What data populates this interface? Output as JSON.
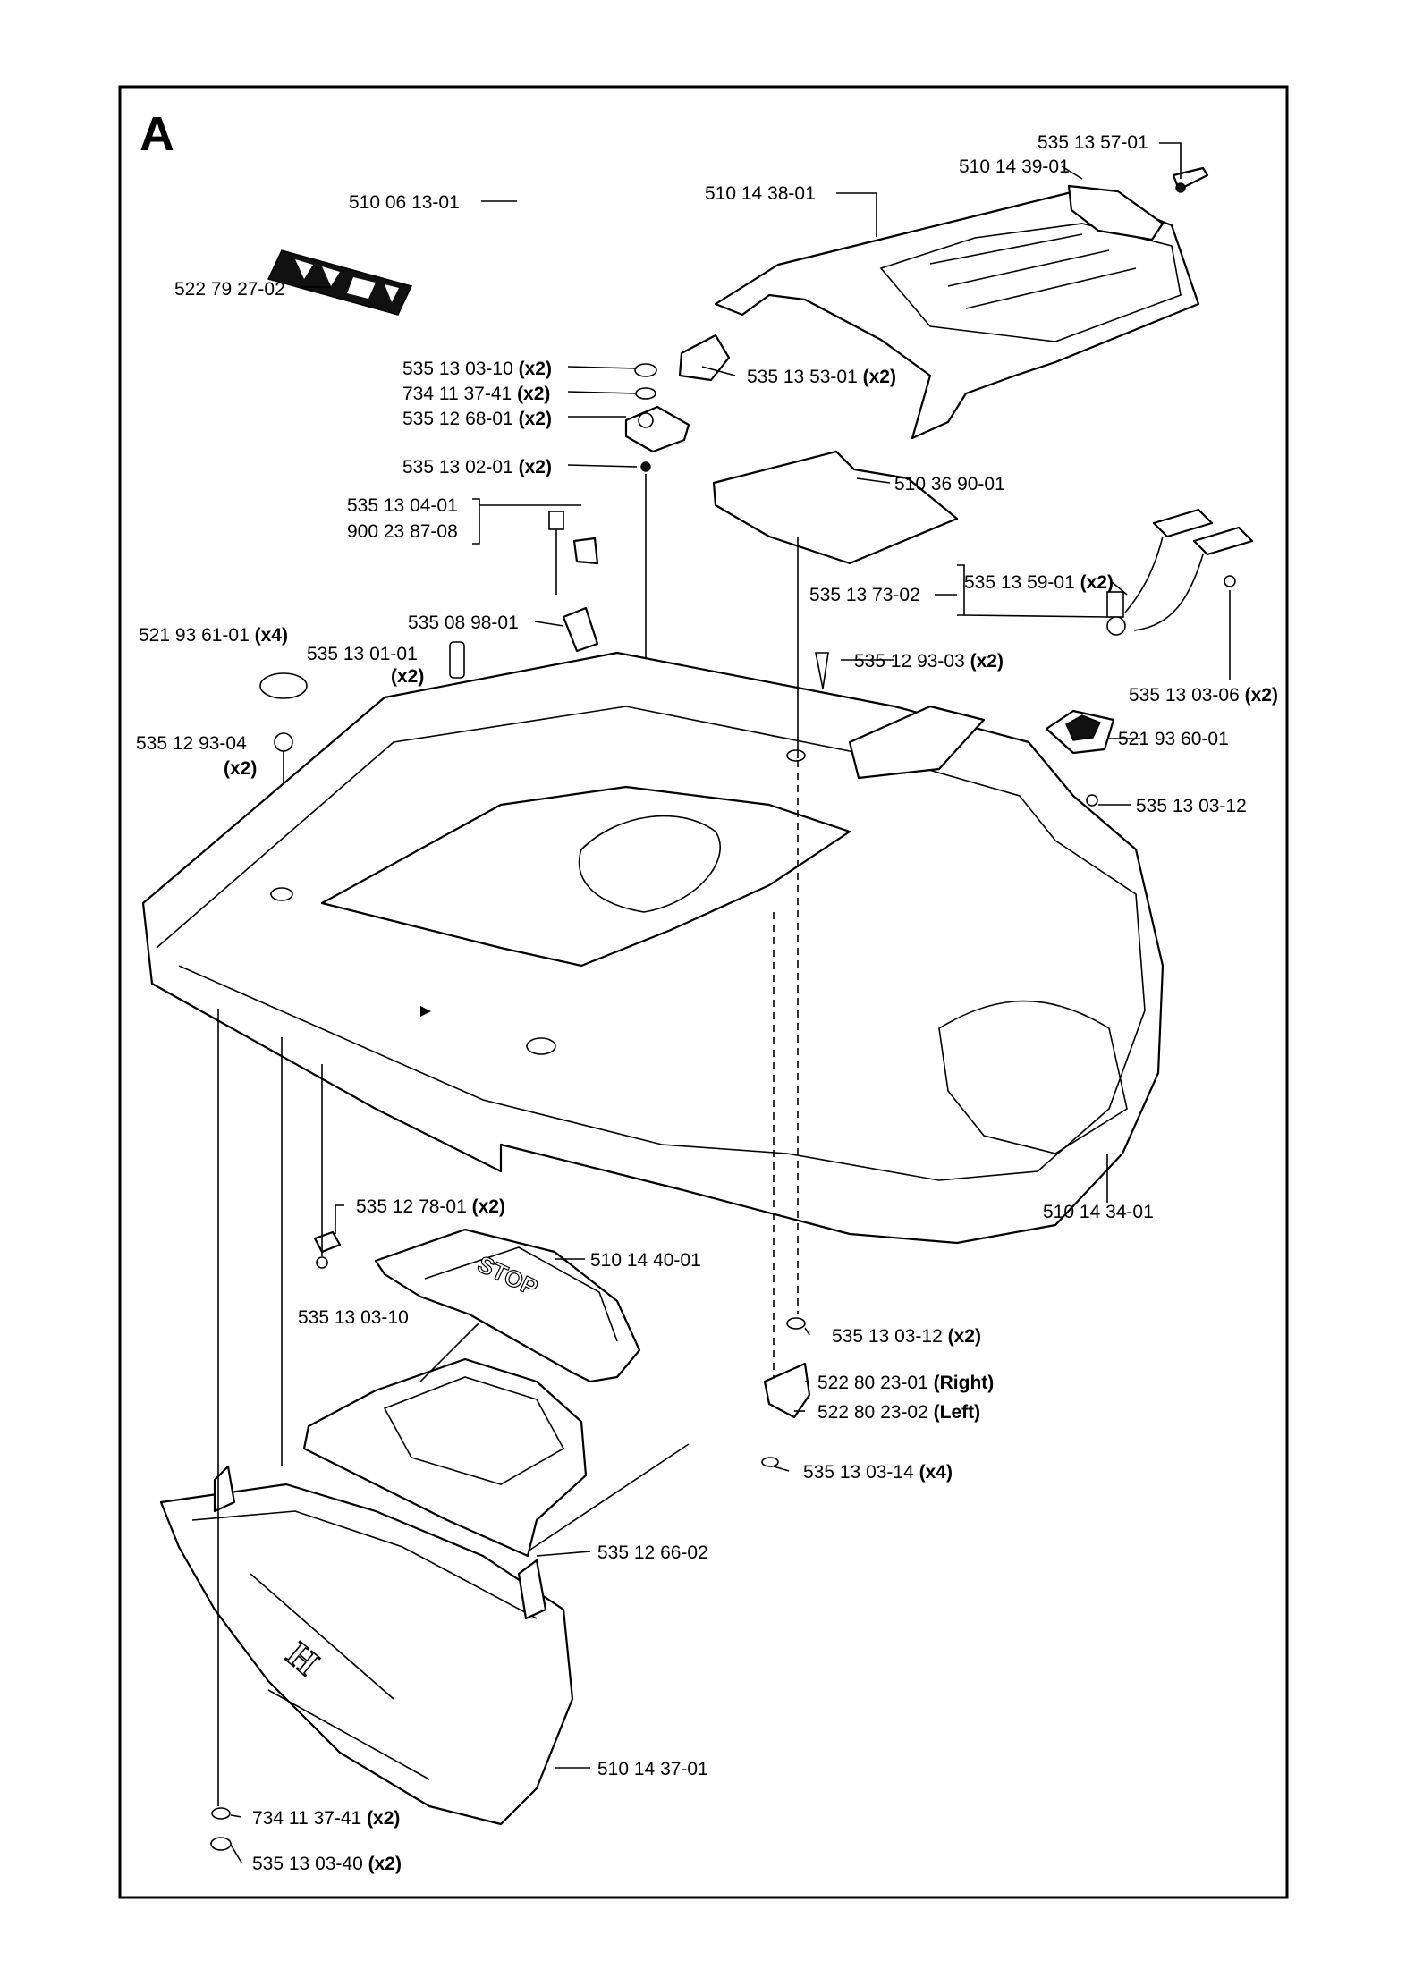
{
  "section_label": "A",
  "decal_texts": {
    "stop": "STOP",
    "brand_logo": "H"
  },
  "callouts": {
    "c_510_06_13_01": {
      "part": "510 06 13-01",
      "qty": ""
    },
    "c_522_79_27_02": {
      "part": "522 79 27-02",
      "qty": ""
    },
    "c_535_13_57_01": {
      "part": "535 13 57-01",
      "qty": ""
    },
    "c_510_14_39_01": {
      "part": "510 14 39-01",
      "qty": ""
    },
    "c_510_14_38_01": {
      "part": "510 14 38-01",
      "qty": ""
    },
    "c_535_13_03_10_x2": {
      "part": "535 13 03-10",
      "qty": "(x2)"
    },
    "c_734_11_37_41_x2_top": {
      "part": "734 11 37-41",
      "qty": "(x2)"
    },
    "c_535_12_68_01_x2": {
      "part": "535 12 68-01",
      "qty": "(x2)"
    },
    "c_535_13_53_01_x2": {
      "part": "535 13 53-01",
      "qty": "(x2)"
    },
    "c_535_13_02_01_x2": {
      "part": "535 13 02-01",
      "qty": "(x2)"
    },
    "c_510_36_90_01": {
      "part": "510 36 90-01",
      "qty": ""
    },
    "c_535_13_04_01": {
      "part": "535 13 04-01",
      "qty": ""
    },
    "c_900_23_87_08": {
      "part": "900 23 87-08",
      "qty": ""
    },
    "c_535_13_73_02": {
      "part": "535 13 73-02",
      "qty": ""
    },
    "c_535_13_59_01_x2": {
      "part": "535 13 59-01",
      "qty": "(x2)"
    },
    "c_535_08_98_01": {
      "part": "535 08 98-01",
      "qty": ""
    },
    "c_521_93_61_01_x4": {
      "part": "521 93 61-01",
      "qty": "(x4)"
    },
    "c_535_13_01_01_x2": {
      "part": "535 13 01-01",
      "qty": "(x2)"
    },
    "c_535_12_93_03_x2": {
      "part": "535 12 93-03",
      "qty": "(x2)"
    },
    "c_535_13_03_06_x2": {
      "part": "535 13 03-06",
      "qty": "(x2)"
    },
    "c_535_12_93_04_x2": {
      "part": "535 12 93-04",
      "qty": "(x2)"
    },
    "c_521_93_60_01": {
      "part": "521 93 60-01",
      "qty": ""
    },
    "c_535_13_03_12": {
      "part": "535 13 03-12",
      "qty": ""
    },
    "c_510_14_34_01": {
      "part": "510 14 34-01",
      "qty": ""
    },
    "c_535_12_78_01_x2": {
      "part": "535 12 78-01",
      "qty": "(x2)"
    },
    "c_510_14_40_01": {
      "part": "510 14 40-01",
      "qty": ""
    },
    "c_535_13_03_10": {
      "part": "535 13 03-10",
      "qty": ""
    },
    "c_535_13_03_12_x2": {
      "part": "535 13 03-12",
      "qty": "(x2)"
    },
    "c_522_80_23_01_right": {
      "part": "522 80 23-01",
      "qty": "(Right)"
    },
    "c_522_80_23_02_left": {
      "part": "522 80 23-02",
      "qty": "(Left)"
    },
    "c_535_13_03_14_x4": {
      "part": "535 13 03-14",
      "qty": "(x4)"
    },
    "c_535_12_66_02": {
      "part": "535 12 66-02",
      "qty": ""
    },
    "c_510_14_37_01": {
      "part": "510 14 37-01",
      "qty": ""
    },
    "c_734_11_37_41_x2_bottom": {
      "part": "734 11 37-41",
      "qty": "(x2)"
    },
    "c_535_13_03_40_x2": {
      "part": "535 13 03-40",
      "qty": "(x2)"
    }
  }
}
